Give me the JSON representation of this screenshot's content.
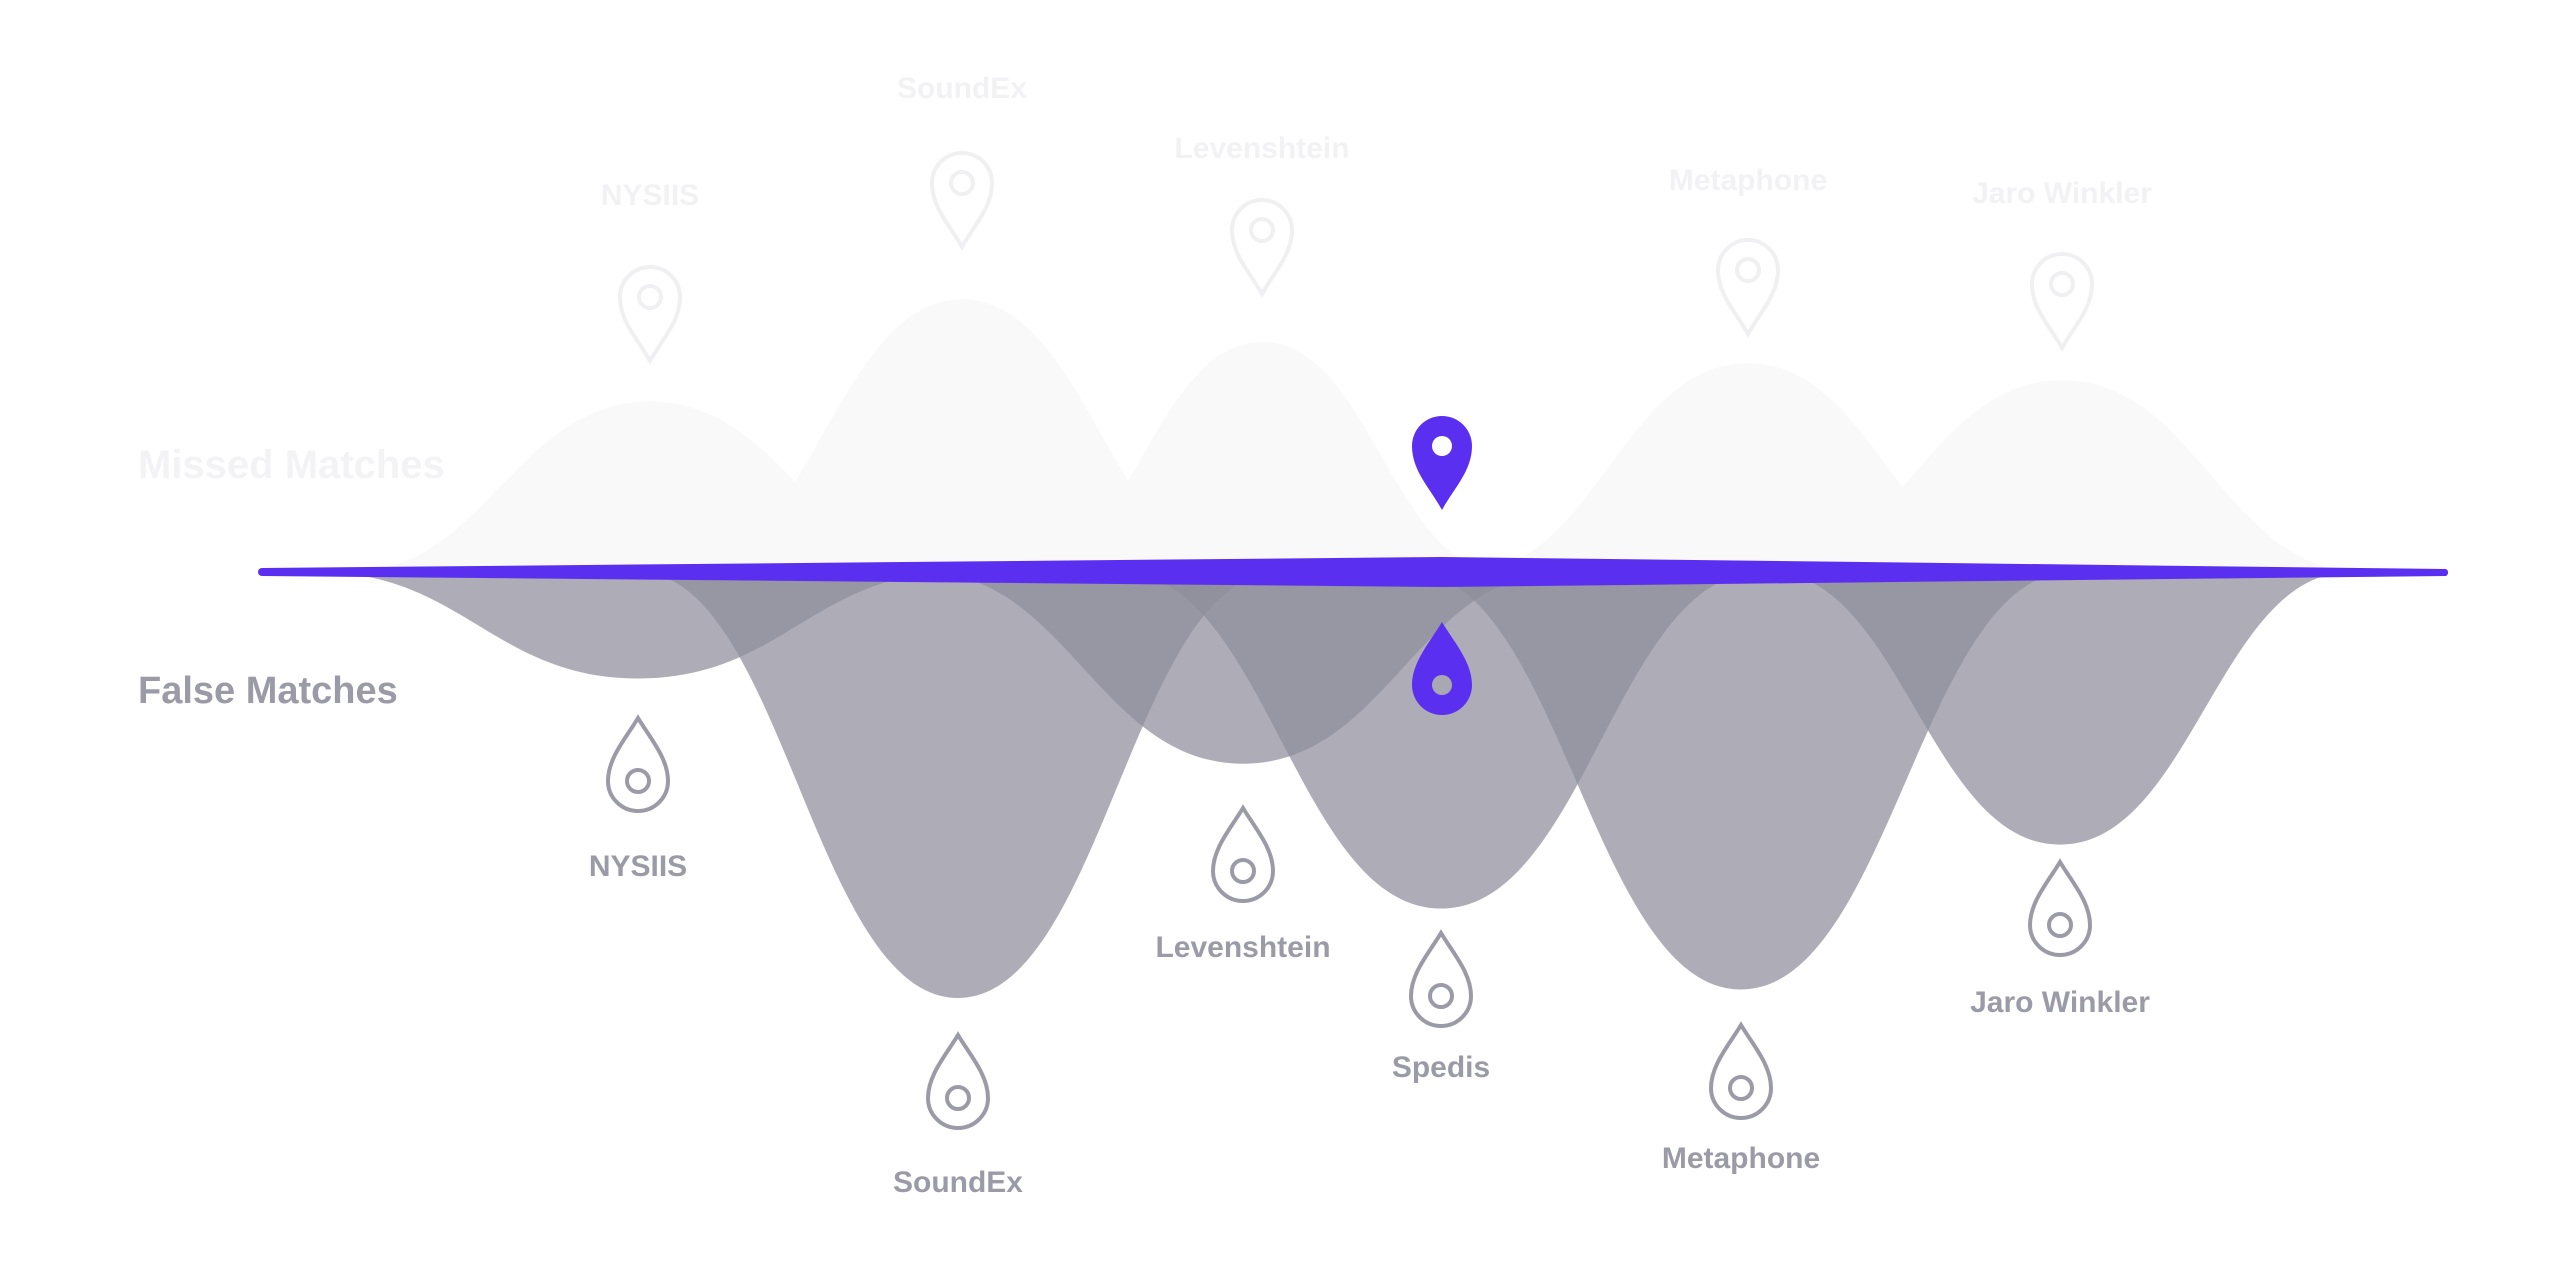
{
  "chart_data": {
    "type": "area",
    "title": "",
    "categories": [
      "NYSIIS",
      "SoundEx",
      "Levenshtein",
      "Spedis",
      "Metaphone",
      "Jaro Winkler"
    ],
    "series": [
      {
        "name": "Missed Matches",
        "direction": "up",
        "values": [
          40,
          64,
          54,
          0,
          49,
          45
        ]
      },
      {
        "name": "False Matches",
        "direction": "down",
        "values": [
          25,
          100,
          45,
          79,
          98,
          64
        ]
      }
    ],
    "value_scale": "relative (0-100, largest false-match dip = 100)",
    "highlighted_category": "Spedis",
    "grid": false,
    "legend": "left"
  },
  "labels": {
    "missed_side": "Missed Matches",
    "false_side": "False Matches"
  },
  "colors": {
    "accent": "#5b2ff0",
    "upper_fill": "#f9f9fa",
    "upper_marker": "#f0f0f2",
    "lower_fill": "#8f8e9b",
    "lower_marker": "#9b9aa7",
    "background": "#ffffff"
  },
  "icons": {
    "upper_marker": "map-pin-outline-icon",
    "lower_marker": "drop-pin-outline-icon",
    "highlight_upper": "map-pin-filled-icon",
    "highlight_lower": "drop-pin-filled-icon"
  }
}
